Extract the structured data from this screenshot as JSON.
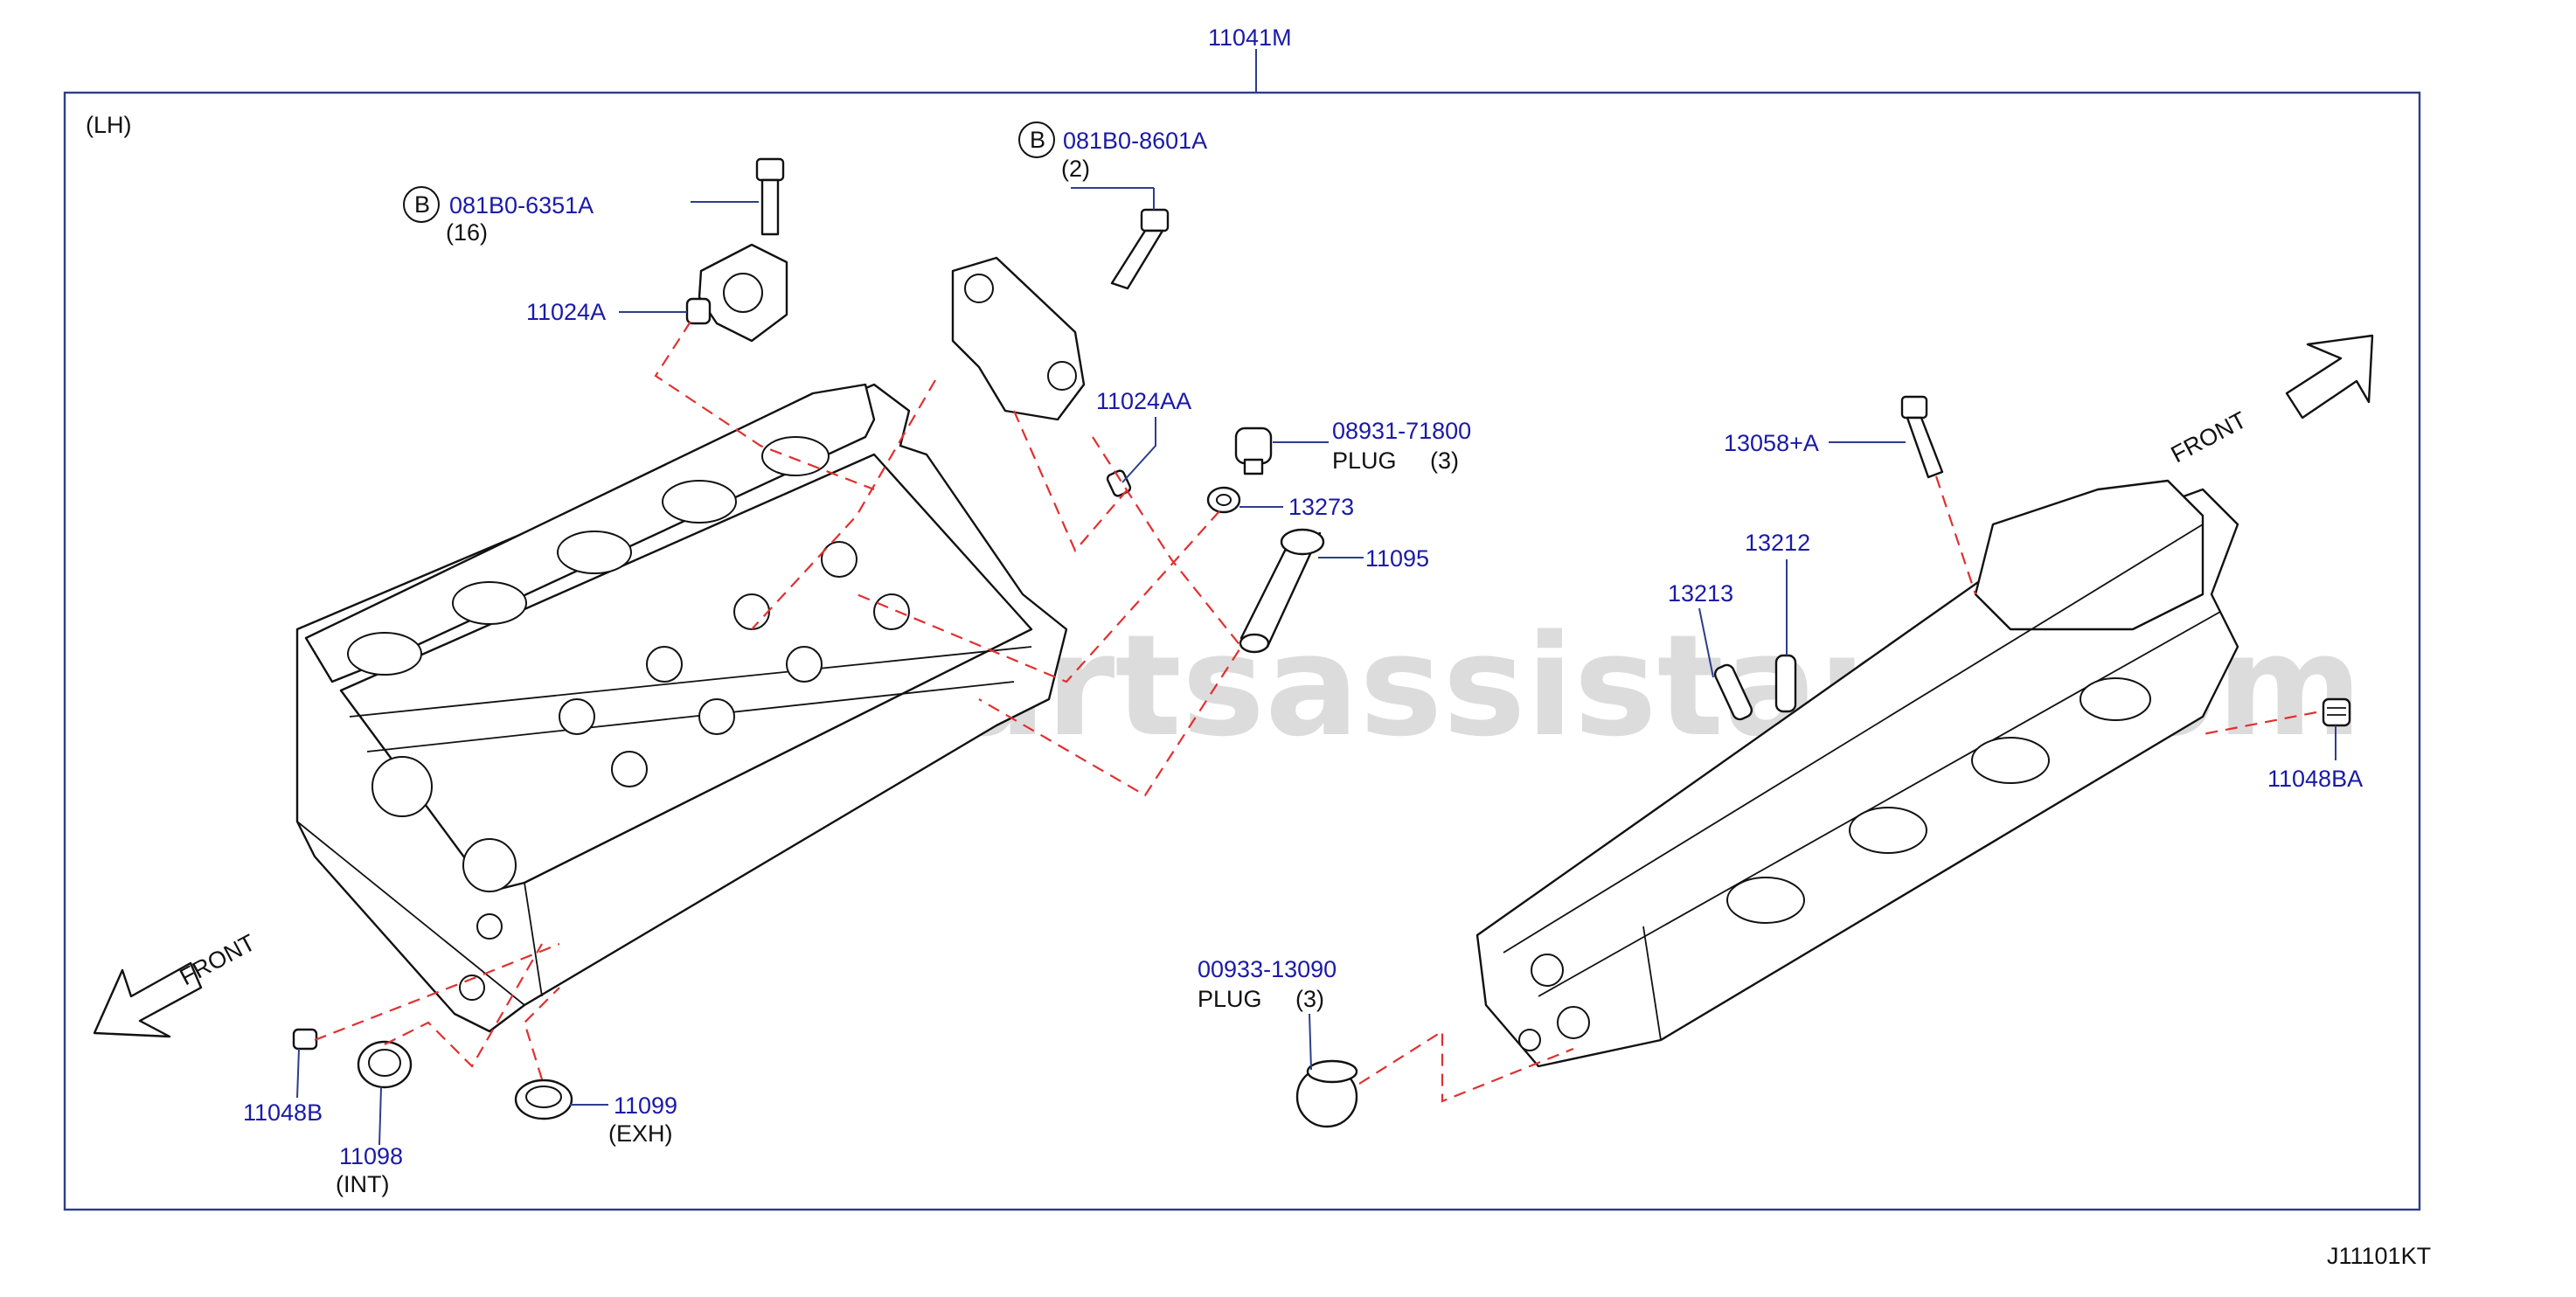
{
  "header": {
    "assembly_number": "11041M"
  },
  "diagram": {
    "side_label": "(LH)",
    "front_label": "FRONT",
    "diagram_code": "J11101KT",
    "watermark": "www.partsassistant.com",
    "bolt_marker": "B"
  },
  "callouts": {
    "bolt_6351": {
      "part_no": "081B0-6351A",
      "qty": "(16)"
    },
    "bolt_8601": {
      "part_no": "081B0-8601A",
      "qty": "(2)"
    },
    "dowel_11024a": {
      "part_no": "11024A"
    },
    "dowel_11024aa": {
      "part_no": "11024AA"
    },
    "plug_08931": {
      "part_no": "08931-71800",
      "desc": "PLUG",
      "qty": "(3)"
    },
    "washer_13273": {
      "part_no": "13273"
    },
    "tube_11095": {
      "part_no": "11095"
    },
    "bolt_13058": {
      "part_no": "13058+A"
    },
    "guide_13212": {
      "part_no": "13212"
    },
    "guide_13213": {
      "part_no": "13213"
    },
    "dowel_11048ba": {
      "part_no": "11048BA"
    },
    "plug_00933": {
      "part_no": "00933-13090",
      "desc": "PLUG",
      "qty": "(3)"
    },
    "dowel_11048b": {
      "part_no": "11048B"
    },
    "seal_11098": {
      "part_no": "11098",
      "desc": "(INT)"
    },
    "seal_11099": {
      "part_no": "11099",
      "desc": "(EXH)"
    }
  }
}
